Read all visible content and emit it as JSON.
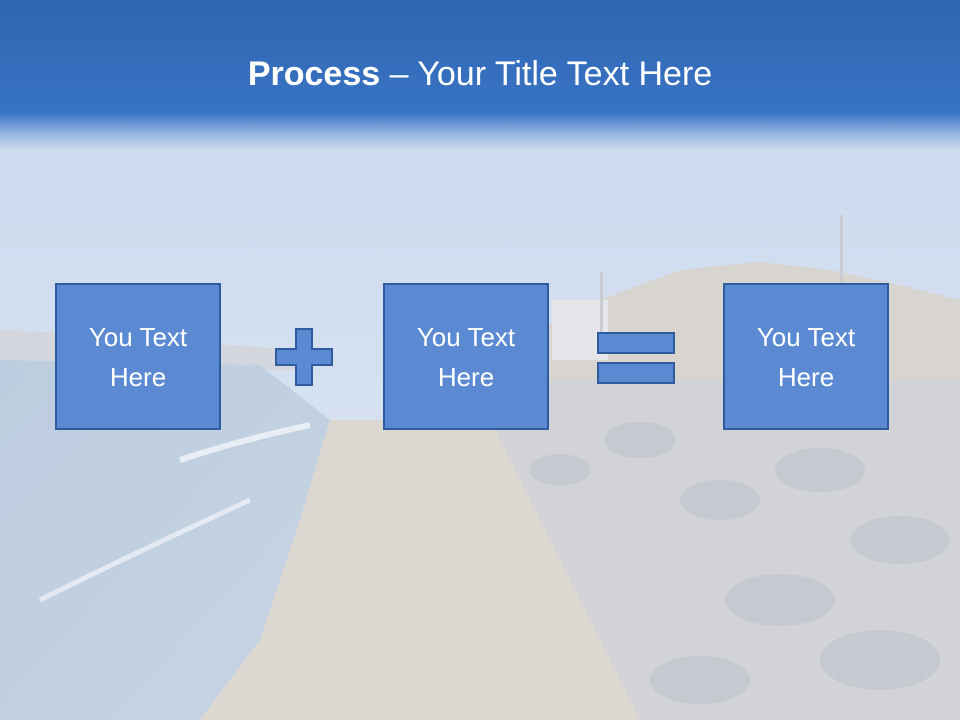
{
  "slide": {
    "title_bold": "Process",
    "title_rest": " – Your Title Text Here"
  },
  "boxes": [
    {
      "text": "You Text Here"
    },
    {
      "text": "You Text Here"
    },
    {
      "text": "You Text Here"
    }
  ],
  "operators": [
    "plus-icon",
    "equals-icon"
  ],
  "colors": {
    "header": "#3873c4",
    "box_fill": "#5b8ad3",
    "box_border": "#2f5c9c",
    "text": "#ffffff"
  }
}
